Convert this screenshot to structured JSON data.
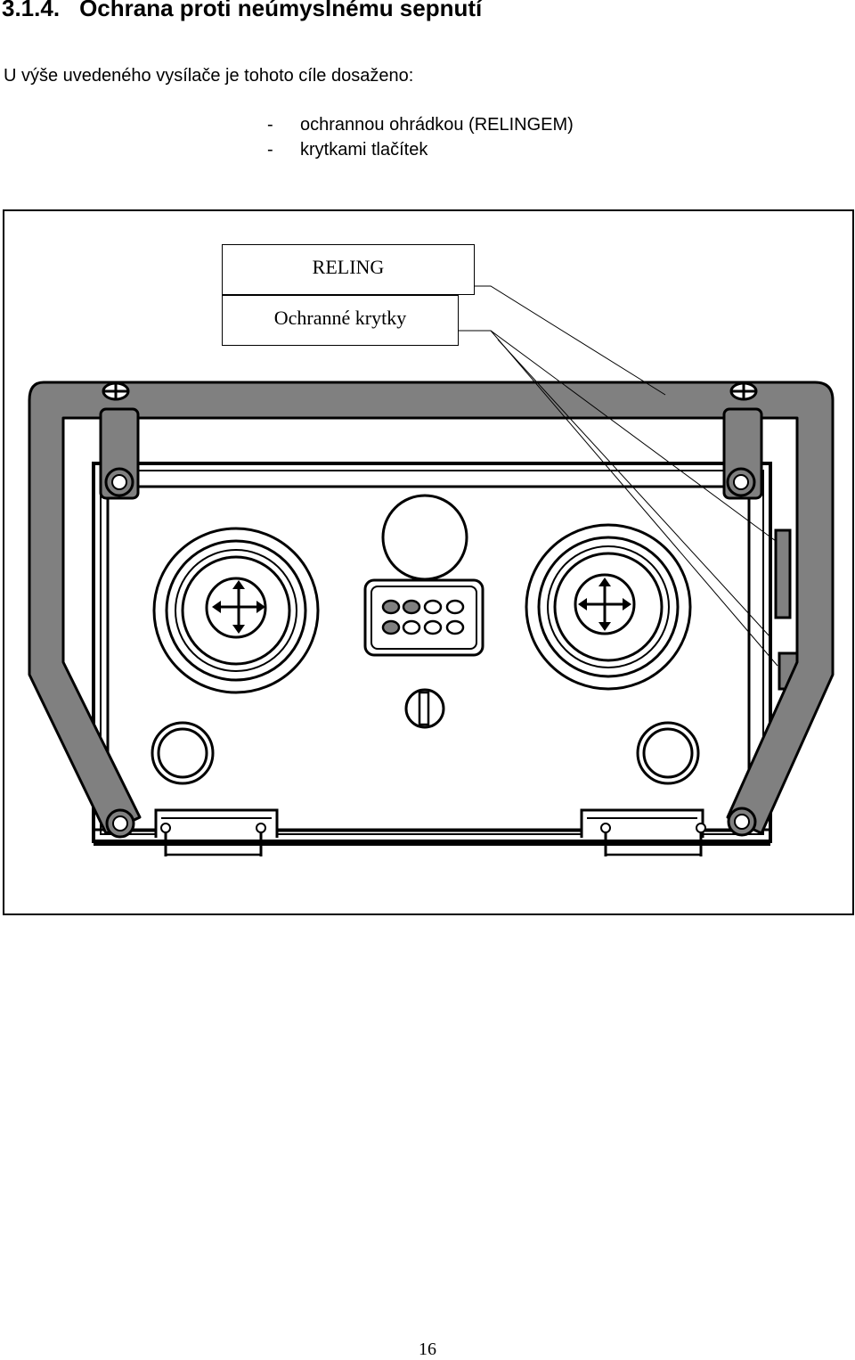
{
  "document": {
    "section_number": "3.1.4.",
    "section_title": "Ochrana proti neúmyslnému sepnutí",
    "intro": "U výše uvedeného vysílače je tohoto cíle dosaženo:",
    "bullets": [
      {
        "dash": "-",
        "text": "ochrannou ohrádkou (RELINGEM)"
      },
      {
        "dash": "-",
        "text": "krytkami tlačítek"
      }
    ]
  },
  "figure": {
    "callouts": {
      "reling": "RELING",
      "covers": "Ochranné krytky"
    },
    "colors": {
      "reling_fill": "#808080",
      "line": "#000000",
      "background": "#ffffff"
    },
    "icons": [
      "joystick-arrows-icon",
      "joystick-arrows-icon",
      "indicator-lamp-icon",
      "key-switch-icon"
    ]
  },
  "page": {
    "number": "16"
  }
}
